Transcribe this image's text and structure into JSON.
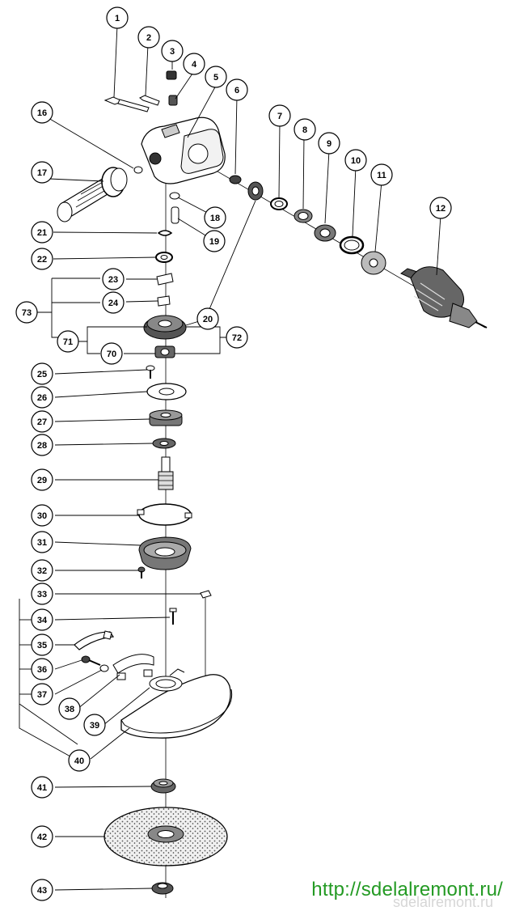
{
  "part_numbers": [
    "1",
    "2",
    "3",
    "4",
    "5",
    "6",
    "7",
    "8",
    "9",
    "10",
    "11",
    "12",
    "16",
    "17",
    "18",
    "19",
    "20",
    "21",
    "22",
    "23",
    "24",
    "25",
    "26",
    "27",
    "28",
    "29",
    "30",
    "31",
    "32",
    "33",
    "34",
    "35",
    "36",
    "37",
    "38",
    "39",
    "40",
    "41",
    "42",
    "43",
    "70",
    "71",
    "72",
    "73"
  ],
  "colors": {
    "line": "#000000",
    "label_text": "#000000",
    "watermark": "#239a23",
    "ghost": "#d6d6d6"
  },
  "watermark": {
    "text": "http://sdelalremont.ru/",
    "ghost_text": "sdelalremont.ru"
  }
}
